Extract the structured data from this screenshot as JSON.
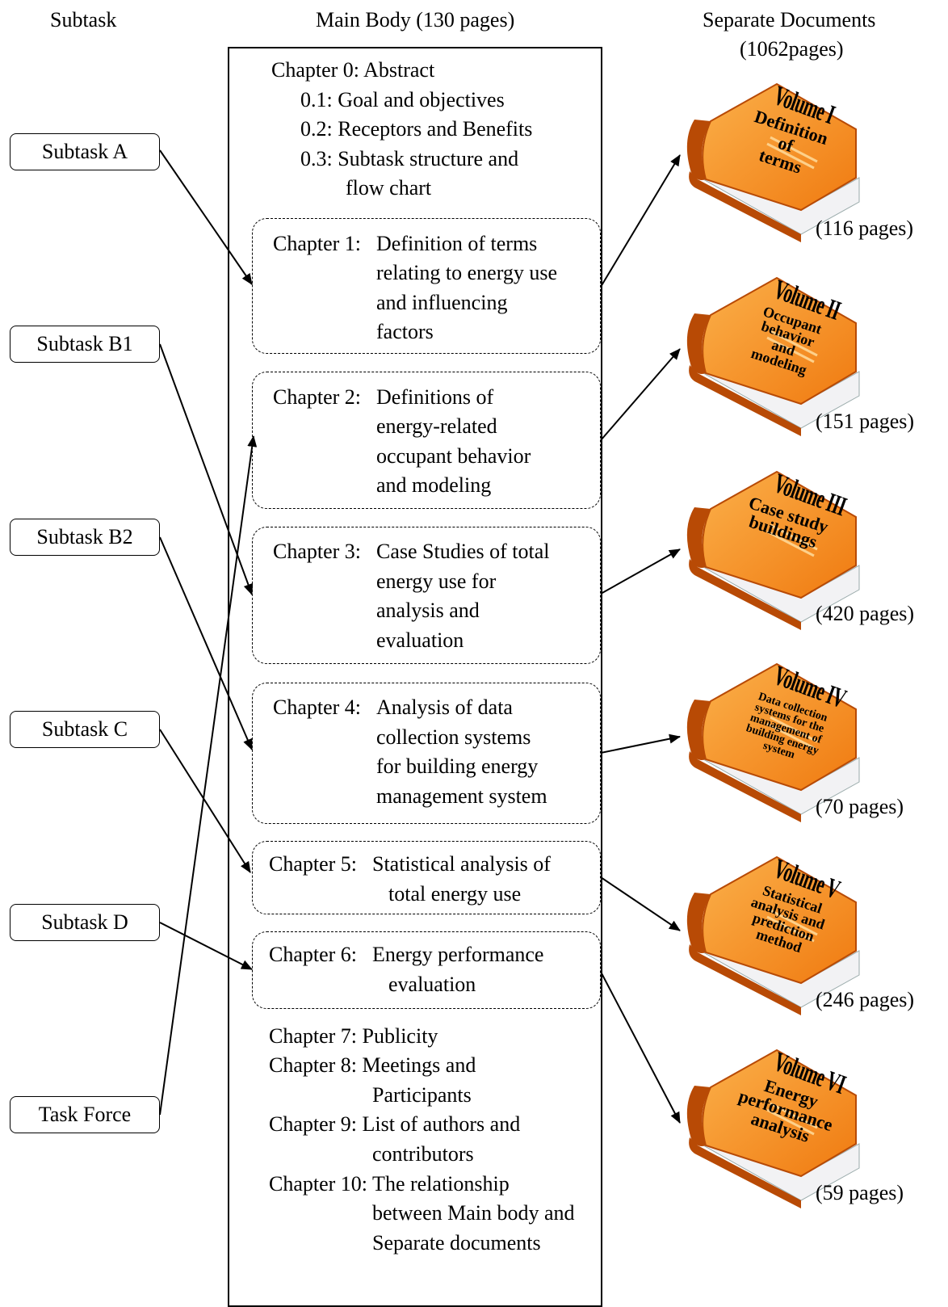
{
  "headers": {
    "subtask": "Subtask",
    "main_body": "Main Body (130 pages)",
    "separate_line1": "Separate Documents",
    "separate_line2": "(1062pages)"
  },
  "subtasks": [
    "Subtask A",
    "Subtask B1",
    "Subtask B2",
    "Subtask C",
    "Subtask D",
    "Task Force"
  ],
  "main_body": {
    "chapter0": {
      "title": "Chapter 0: Abstract",
      "items": [
        "0.1: Goal and objectives",
        "0.2: Receptors and Benefits",
        "0.3: Subtask structure and",
        "flow chart"
      ]
    },
    "chapters": [
      {
        "prefix": "Chapter 1:",
        "lines": [
          "Definition of terms",
          "relating to energy use",
          "and influencing",
          "factors"
        ]
      },
      {
        "prefix": "Chapter 2:",
        "lines": [
          "Definitions of",
          "energy-related",
          "occupant behavior",
          "and modeling"
        ]
      },
      {
        "prefix": "Chapter 3:",
        "lines": [
          "Case Studies of total",
          "energy use for",
          "analysis and",
          "evaluation"
        ]
      },
      {
        "prefix": "Chapter 4:",
        "lines": [
          "Analysis of data",
          "collection systems",
          "for building energy",
          "management system"
        ]
      },
      {
        "prefix": "Chapter 5:",
        "lines": [
          "Statistical analysis of",
          "total energy use"
        ]
      },
      {
        "prefix": "Chapter 6:",
        "lines": [
          "Energy performance",
          "evaluation"
        ]
      }
    ],
    "tail": [
      "Chapter 7: Publicity",
      "Chapter 8: Meetings and",
      "Participants",
      "Chapter 9: List of authors and",
      "contributors",
      "Chapter 10: The relationship",
      "between Main body and",
      "Separate documents"
    ]
  },
  "volumes": [
    {
      "title": "Volume I",
      "label": [
        "Definition",
        "of",
        "terms"
      ],
      "pages": "(116 pages)"
    },
    {
      "title": "Volume II",
      "label": [
        "Occupant",
        "behavior",
        "and",
        "modeling"
      ],
      "pages": "(151 pages)"
    },
    {
      "title": "Volume III",
      "label": [
        "Case study",
        "buildings"
      ],
      "pages": "(420 pages)"
    },
    {
      "title": "Volume IV",
      "label": [
        "Data collection",
        "systems for the",
        "management of",
        "building energy",
        "system"
      ],
      "pages": "(70 pages)"
    },
    {
      "title": "Volume V",
      "label": [
        "Statistical",
        "analysis and",
        "prediction",
        "method"
      ],
      "pages": "(246 pages)"
    },
    {
      "title": "Volume VI",
      "label": [
        "Energy",
        "performance",
        "analysis"
      ],
      "pages": "(59 pages)"
    }
  ],
  "colors": {
    "book_cover": "#f07a10",
    "book_cover_light": "#fbb04a",
    "book_spine": "#b84a05",
    "book_pages": "#f2f2f4"
  }
}
